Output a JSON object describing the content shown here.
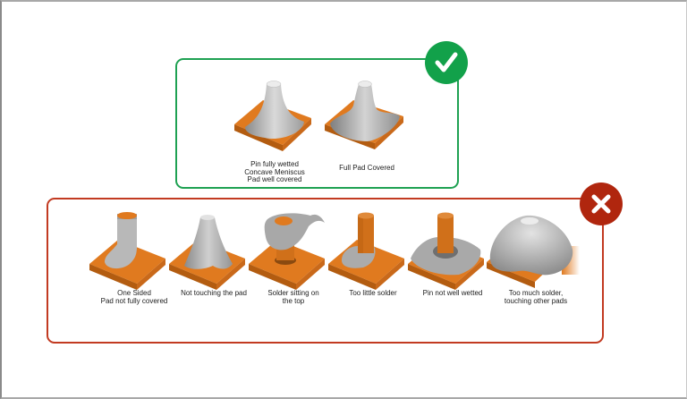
{
  "figure": {
    "good_section": {
      "badge_icon": "checkmark-icon",
      "color": "#1ea152",
      "badge_color": "#12a14a",
      "items": [
        {
          "illustration": "concave-fillet-solder-joint",
          "caption_lines": [
            "Pin fully wetted",
            "Concave Meniscus",
            "Pad well covered"
          ]
        },
        {
          "illustration": "full-pad-covered-solder-joint",
          "caption_lines": [
            "Full Pad Covered"
          ]
        }
      ]
    },
    "bad_section": {
      "badge_icon": "cross-icon",
      "color": "#c23a21",
      "badge_color": "#b0260e",
      "items": [
        {
          "illustration": "one-sided-solder-joint",
          "caption_lines": [
            "One Sided",
            "Pad not fully covered"
          ]
        },
        {
          "illustration": "not-touching-pad-solder-joint",
          "caption_lines": [
            "Not touching the pad"
          ]
        },
        {
          "illustration": "solder-on-top-joint",
          "caption_lines": [
            "Solder sitting on",
            "the top"
          ]
        },
        {
          "illustration": "too-little-solder-joint",
          "caption_lines": [
            "Too little solder"
          ]
        },
        {
          "illustration": "pin-not-wetted-joint",
          "caption_lines": [
            "Pin not well wetted"
          ]
        },
        {
          "illustration": "too-much-solder-joint",
          "caption_lines": [
            "Too much solder,",
            "touching other pads"
          ]
        }
      ]
    },
    "colors": {
      "pad_orange": "#e07a1f",
      "pad_side": "#b35c10",
      "solder_gray": "#a9a9a9",
      "solder_light": "#d8d8d8"
    }
  }
}
